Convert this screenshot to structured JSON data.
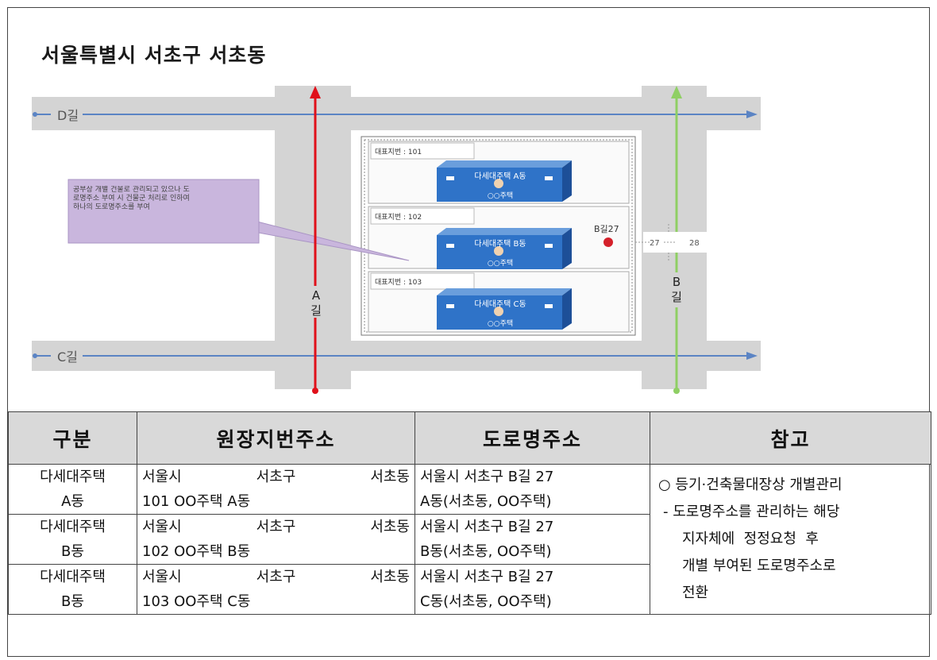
{
  "title": "서울특별시 서초구 서초동",
  "map": {
    "roads": {
      "d": "D길",
      "c": "C길",
      "a": "A\n길",
      "b": "B\n길"
    },
    "callout": "공부상 개별 건물로 관리되고 있으나 도로명주소 부여 시 건물군 처리로 인하여 하나의 도로명주소를 부여",
    "lots": [
      {
        "label": "대표지번 : 101",
        "building": "다세대주택 A동",
        "sub": "○○주택"
      },
      {
        "label": "대표지번 : 102",
        "building": "다세대주택 B동",
        "sub": "○○주택"
      },
      {
        "label": "대표지번 : 103",
        "building": "다세대주택 C동",
        "sub": "○○주택"
      }
    ],
    "marker": {
      "label": "B길27",
      "n1": "27",
      "n2": "28"
    },
    "colors": {
      "road_fill": "#d4d4d4",
      "arrow_blue": "#5b84c4",
      "arrow_red": "#e0101a",
      "arrow_green": "#8fcf64",
      "building": "#2f73c8",
      "callout": "#c9b6dd"
    }
  },
  "table": {
    "headers": [
      "구분",
      "원장지번주소",
      "도로명주소",
      "참고"
    ],
    "rows": [
      {
        "kind": [
          "다세대주택",
          "A동"
        ],
        "lot": [
          "서울시",
          "서초구",
          "서초동",
          "101 OO주택 A동"
        ],
        "road": [
          "서울시 서초구 B길 27",
          "A동(서초동, OO주택)"
        ]
      },
      {
        "kind": [
          "다세대주택",
          "B동"
        ],
        "lot": [
          "서울시",
          "서초구",
          "서초동",
          "102 OO주택 B동"
        ],
        "road": [
          "서울시 서초구 B길 27",
          "B동(서초동, OO주택)"
        ]
      },
      {
        "kind": [
          "다세대주택",
          "B동"
        ],
        "lot": [
          "서울시",
          "서초구",
          "서초동",
          "103 OO주택 C동"
        ],
        "road": [
          "서울시 서초구 B길 27",
          "C동(서초동, OO주택)"
        ]
      }
    ],
    "note": {
      "bullet": "○ 등기·건축물대장상 개별관리",
      "dash": "- 도로명주소를 관리하는 해당",
      "cont": [
        "지자체에  정정요청  후",
        "개별 부여된 도로명주소로",
        "전환"
      ]
    }
  }
}
